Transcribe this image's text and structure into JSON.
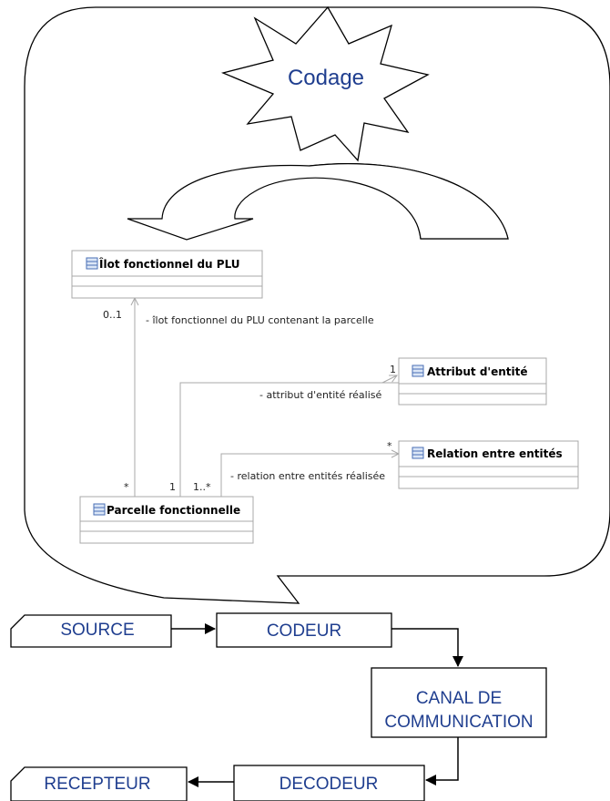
{
  "burst": {
    "label": "Codage"
  },
  "uml": {
    "ilot": {
      "name": "Îlot fonctionnel du PLU"
    },
    "attribut": {
      "name": "Attribut d'entité"
    },
    "relation": {
      "name": "Relation entre entités"
    },
    "parcelle": {
      "name": "Parcelle fonctionnelle"
    },
    "assoc_ilot": {
      "role": "- îlot fonctionnel du PLU contenant la parcelle",
      "mult_target": "0..1",
      "mult_source": "*"
    },
    "assoc_attribut": {
      "role": "- attribut d'entité réalisé",
      "mult_target": "1",
      "mult_source": "1"
    },
    "assoc_relation": {
      "role": "- relation entre entités réalisée",
      "mult_target": "*",
      "mult_source": "1..*"
    }
  },
  "flow": {
    "source": "SOURCE",
    "codeur": "CODEUR",
    "canal_line1": "CANAL DE",
    "canal_line2": "COMMUNICATION",
    "decodeur": "DECODEUR",
    "recepteur": "RECEPTEUR"
  },
  "colors": {
    "text_blue": "#1f3e8f",
    "uml_border": "#a8a8a8",
    "uml_fill": "#ffffff",
    "class_icon": "#4a6fb5",
    "curved_arrow_shade": "#c8c8c8"
  }
}
